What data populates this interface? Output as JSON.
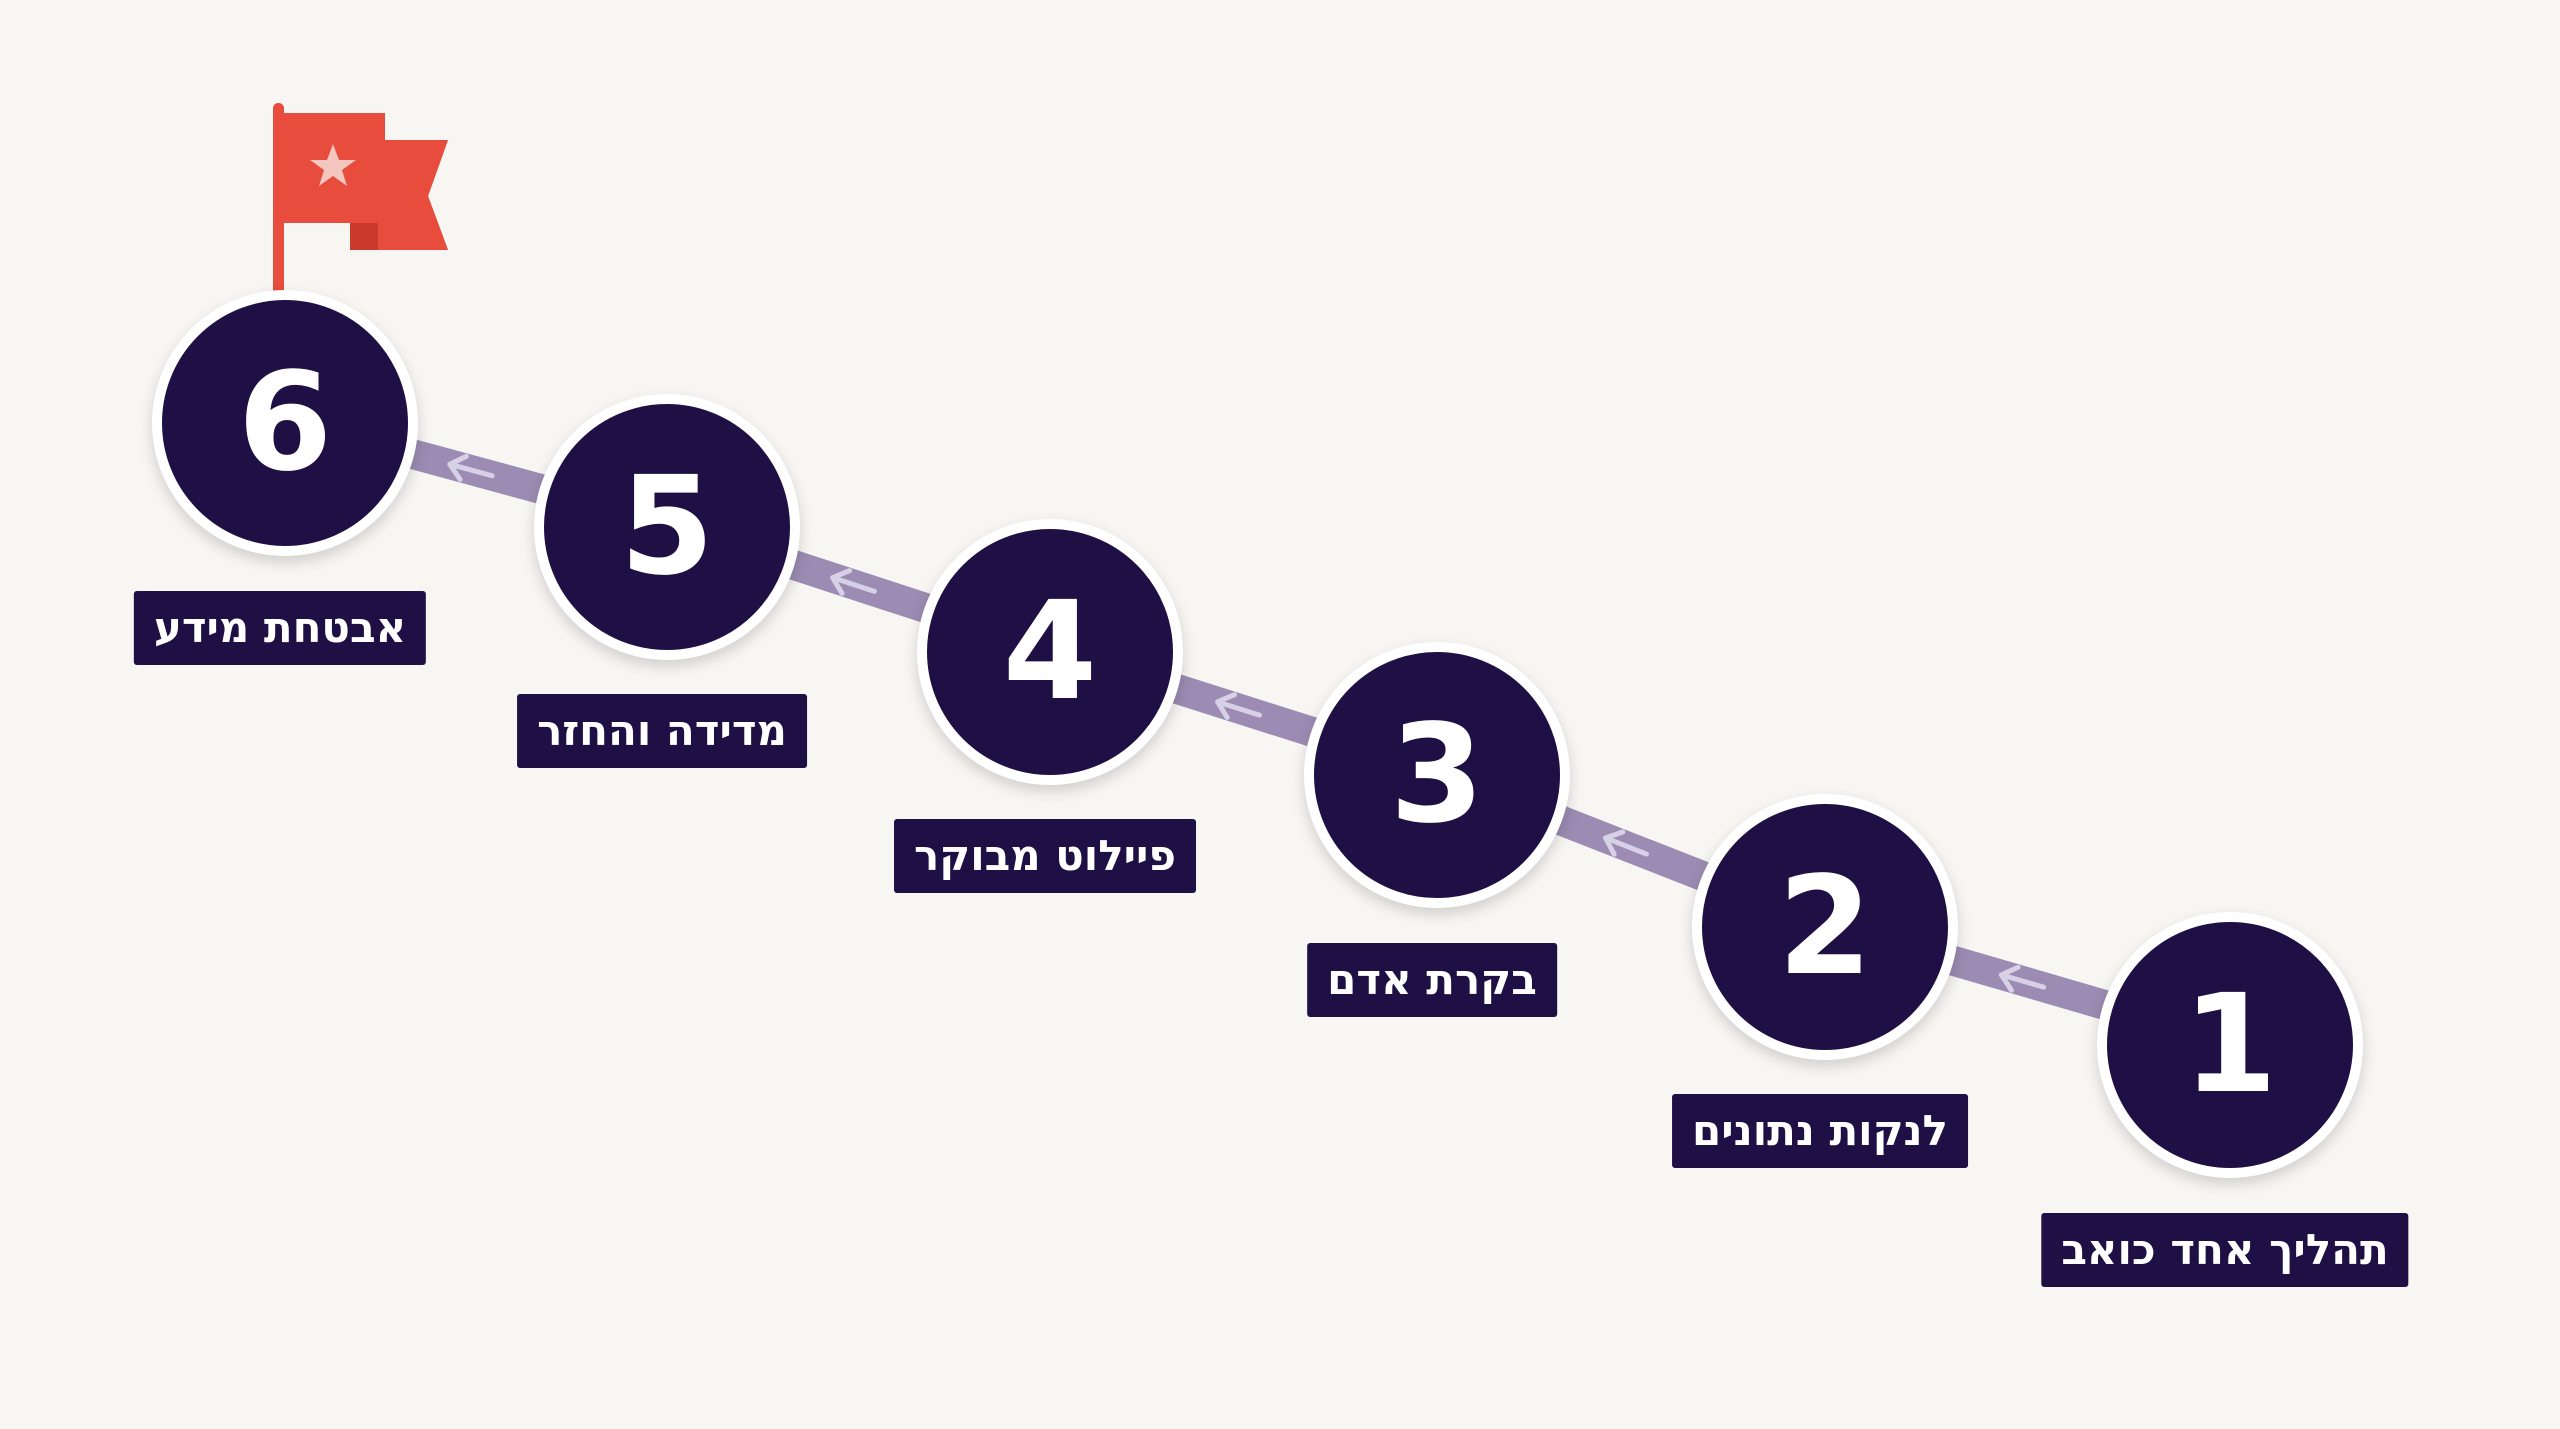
{
  "colors": {
    "background": "#f8f6f3",
    "node_fill": "#1e0f45",
    "node_ring": "#ffffff",
    "connector": "#8c7aa8",
    "arrow": "#d8d0e6",
    "flag": "#e84c3d",
    "flag_dark": "#c93a2d"
  },
  "flag_icon": "finish-flag-icon",
  "steps": [
    {
      "number": "1",
      "label": "תהליך אחד כואב"
    },
    {
      "number": "2",
      "label": "לנקות נתונים"
    },
    {
      "number": "3",
      "label": "בקרת אדם"
    },
    {
      "number": "4",
      "label": "פיילוט מבוקר"
    },
    {
      "number": "5",
      "label": "מדידה והחזר"
    },
    {
      "number": "6",
      "label": "אבטחת מידע"
    }
  ]
}
